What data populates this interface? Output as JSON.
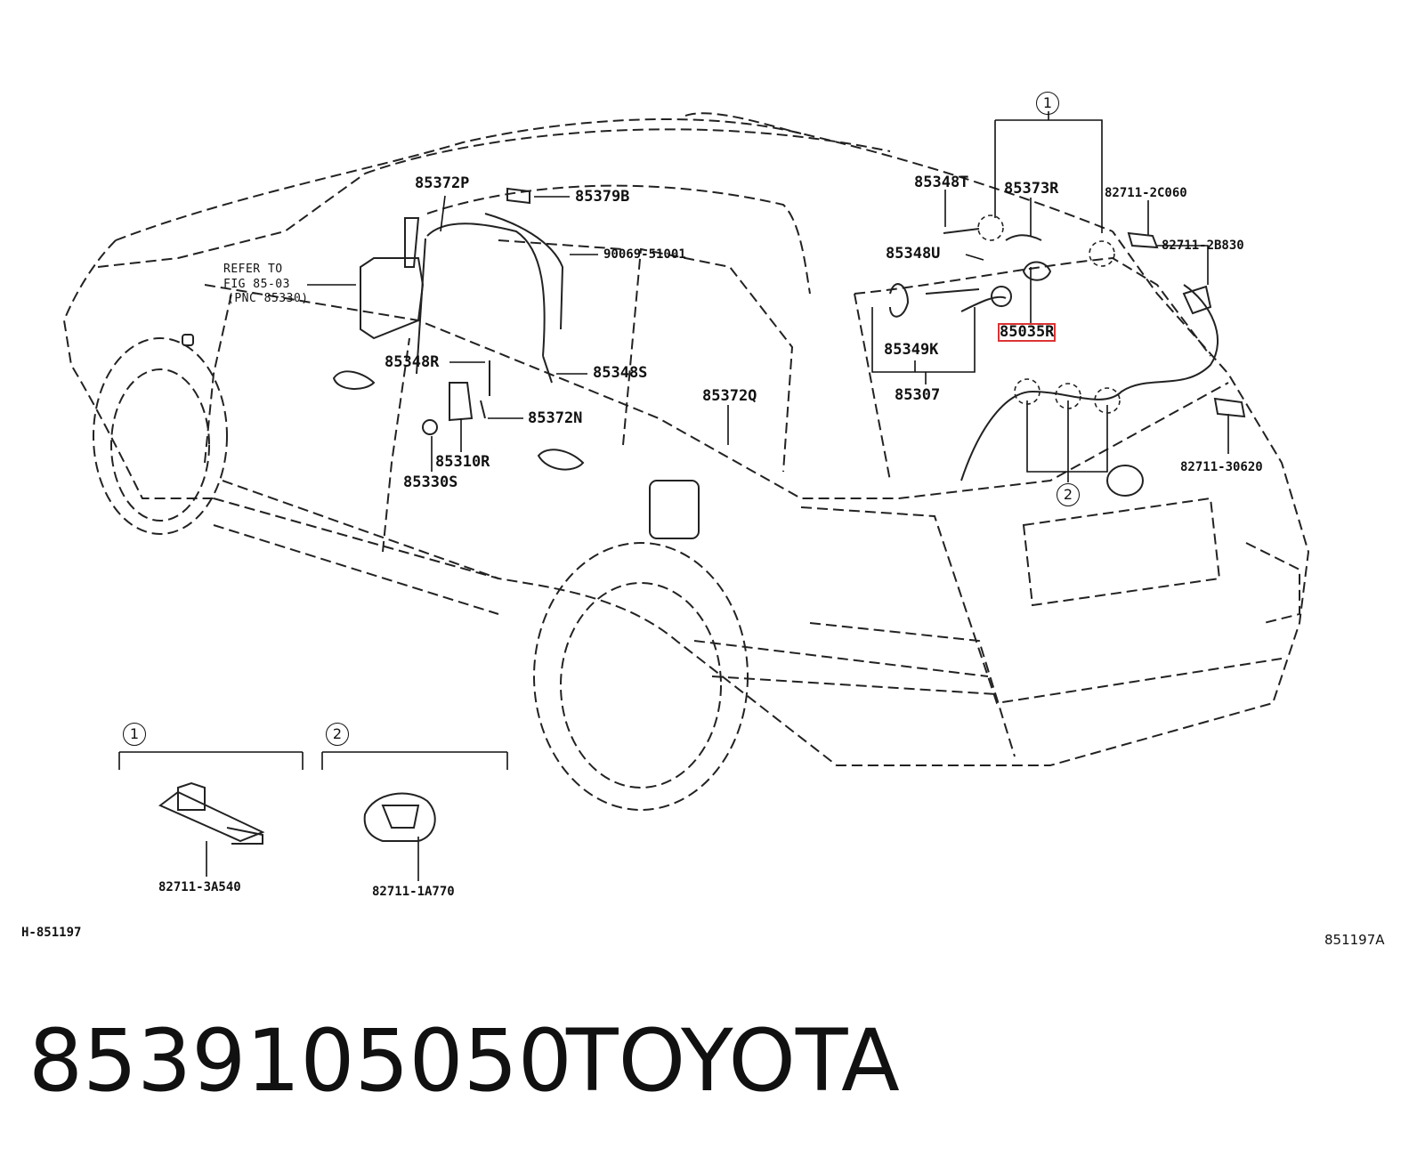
{
  "diagram": {
    "refer_lines": [
      "REFER TO",
      "FIG 85-03",
      "(PNC 85330)"
    ],
    "labels": {
      "p85372P": "85372P",
      "p85379B": "85379B",
      "p90069": "90069-51001",
      "p85348R": "85348R",
      "p85348S": "85348S",
      "p85372N": "85372N",
      "p85310R": "85310R",
      "p85330S": "85330S",
      "p85372Q": "85372Q",
      "p85348T": "85348T",
      "p85373R": "85373R",
      "p82711_2C060": "82711-2C060",
      "p82711_2B830": "82711-2B830",
      "p85348U": "85348U",
      "p85035R": "85035R",
      "p85349K": "85349K",
      "p85307": "85307",
      "p82711_30620": "82711-30620",
      "p82711_3A540": "82711-3A540",
      "p82711_1A770": "82711-1A770"
    },
    "highlighted_part": "85035R",
    "callouts": {
      "one": "1",
      "two": "2"
    },
    "left_code": "H-851197",
    "right_code": "851197A"
  },
  "footer": {
    "part_number": "8539105050",
    "brand": "TOYOTA"
  }
}
